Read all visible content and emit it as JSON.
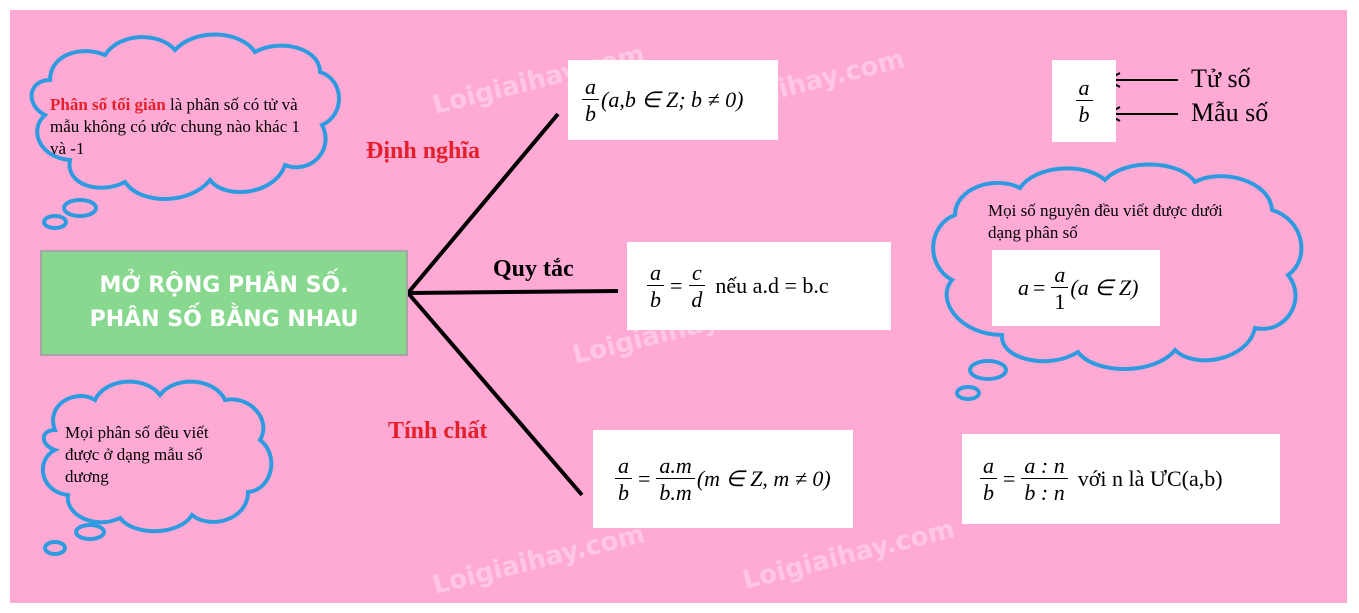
{
  "central": {
    "line1": "MỞ RỘNG PHÂN SỐ.",
    "line2": "PHÂN SỐ BẰNG NHAU"
  },
  "branches": {
    "definition": "Định nghĩa",
    "rule": "Quy tắc",
    "property": "Tính chất"
  },
  "formulas": {
    "definition": {
      "num": "a",
      "den": "b",
      "condition": "(a,b ∈ Z; b ≠ 0)"
    },
    "rule": {
      "num1": "a",
      "den1": "b",
      "eq": "=",
      "num2": "c",
      "den2": "d",
      "text": "nếu a.d = b.c"
    },
    "property_multiply": {
      "num1": "a",
      "den1": "b",
      "eq": "=",
      "num2": "a.m",
      "den2": "b.m",
      "condition": "(m ∈ Z, m ≠ 0)"
    },
    "property_divide": {
      "num1": "a",
      "den1": "b",
      "eq": "=",
      "num2": "a : n",
      "den2": "b : n",
      "text": "với n là ƯC(a,b)"
    },
    "fraction_parts": {
      "num": "a",
      "den": "b",
      "num_label": "Tử số",
      "den_label": "Mẫu số"
    },
    "integer_as_fraction": {
      "lhs": "a",
      "eq": "=",
      "num": "a",
      "den": "1",
      "condition": "(a ∈ Z)"
    }
  },
  "clouds": {
    "irreducible": {
      "highlight": "Phân số tối giản",
      "rest": " là phân số có tử và mẫu không có ước chung nào khác 1 và -1"
    },
    "positive_denominator": "Mọi phân số đều viết được ở dạng mẫu số dương",
    "integer_note": "Mọi số nguyên đều viết được dưới dạng phân số"
  },
  "watermark": "Loigiaihay.com",
  "colors": {
    "background": "#ffaad4",
    "central_box": "#88d890",
    "cloud_border": "#2e9be0",
    "accent_red": "#e3202b"
  }
}
